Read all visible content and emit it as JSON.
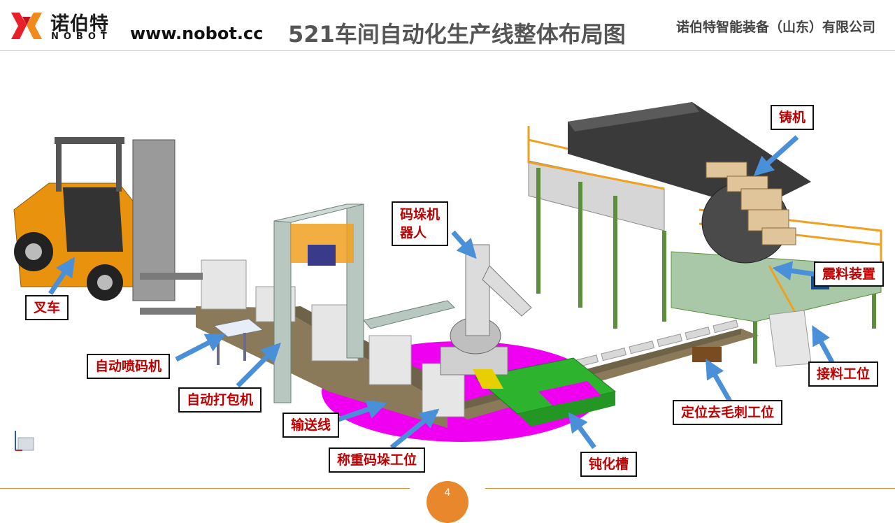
{
  "header": {
    "brand_cn": "诺伯特",
    "brand_en": "NOBOT",
    "website": "www.nobot.cc",
    "title": "521车间自动化生产线整体布局图",
    "company": "诺伯特智能装备（山东）有限公司"
  },
  "labels": {
    "forklift": "叉车",
    "auto_coder": "自动喷码机",
    "auto_packer": "自动打包机",
    "conveyor": "输送线",
    "weigh_stack": "称重码垛工位",
    "robot_line1": "码垛机",
    "robot_line2": "器人",
    "passivation": "钝化槽",
    "deburr": "定位去毛刺工位",
    "receive": "接料工位",
    "shaker": "震料装置",
    "caster": "铸机"
  },
  "footer": {
    "page": "4"
  },
  "colors": {
    "label_text": "#c00000",
    "arrow": "#4a90d9",
    "accent": "#e8872c",
    "magenta_platform": "#f000f0",
    "green_tank": "#2db32d",
    "frame_green": "#5c8f3c",
    "rail_orange": "#f0a020",
    "forklift_orange": "#e8920e"
  }
}
